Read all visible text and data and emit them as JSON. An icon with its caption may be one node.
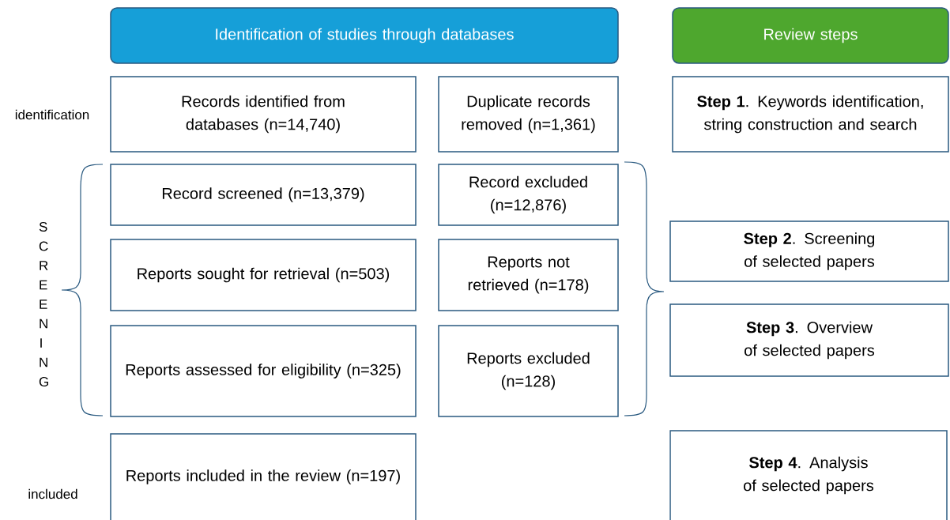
{
  "diagram": {
    "nodes": [
      {
        "text": [
          "Identification of studies through databases"
        ]
      },
      {
        "text": [
          "Review steps"
        ]
      },
      {
        "text": [
          "Records identified from databases (n=14,740)"
        ]
      },
      {
        "text": [
          "Duplicate records removed (n=1,361)"
        ]
      },
      {
        "text": [
          "**Step 1**. Keywords identification, string construction and search"
        ]
      },
      {
        "text": [
          "Record screened (n=13,379)"
        ]
      },
      {
        "text": [
          "Record excluded (n=12,876)"
        ]
      },
      {
        "text": [
          "Reports sought for retrieval (n=503)"
        ]
      },
      {
        "text": [
          "Reports not retrieved (n=178)"
        ]
      },
      {
        "text": [
          "**Step 2**. Screening of selected papers"
        ]
      },
      {
        "text": [
          "**Step 3**. Overview of selected papers"
        ]
      },
      {
        "text": [
          "Reports assessed for eligibility (n=325)"
        ]
      },
      {
        "text": [
          "Reports excluded (n=128)"
        ]
      },
      {
        "text": [
          "Reports included in the review (n=197)"
        ]
      },
      {
        "text": [
          "**Step 4**. Analysis of selected papers"
        ]
      }
    ],
    "labels": [
      "identification",
      "S C R E E N I N G",
      "included"
    ]
  }
}
